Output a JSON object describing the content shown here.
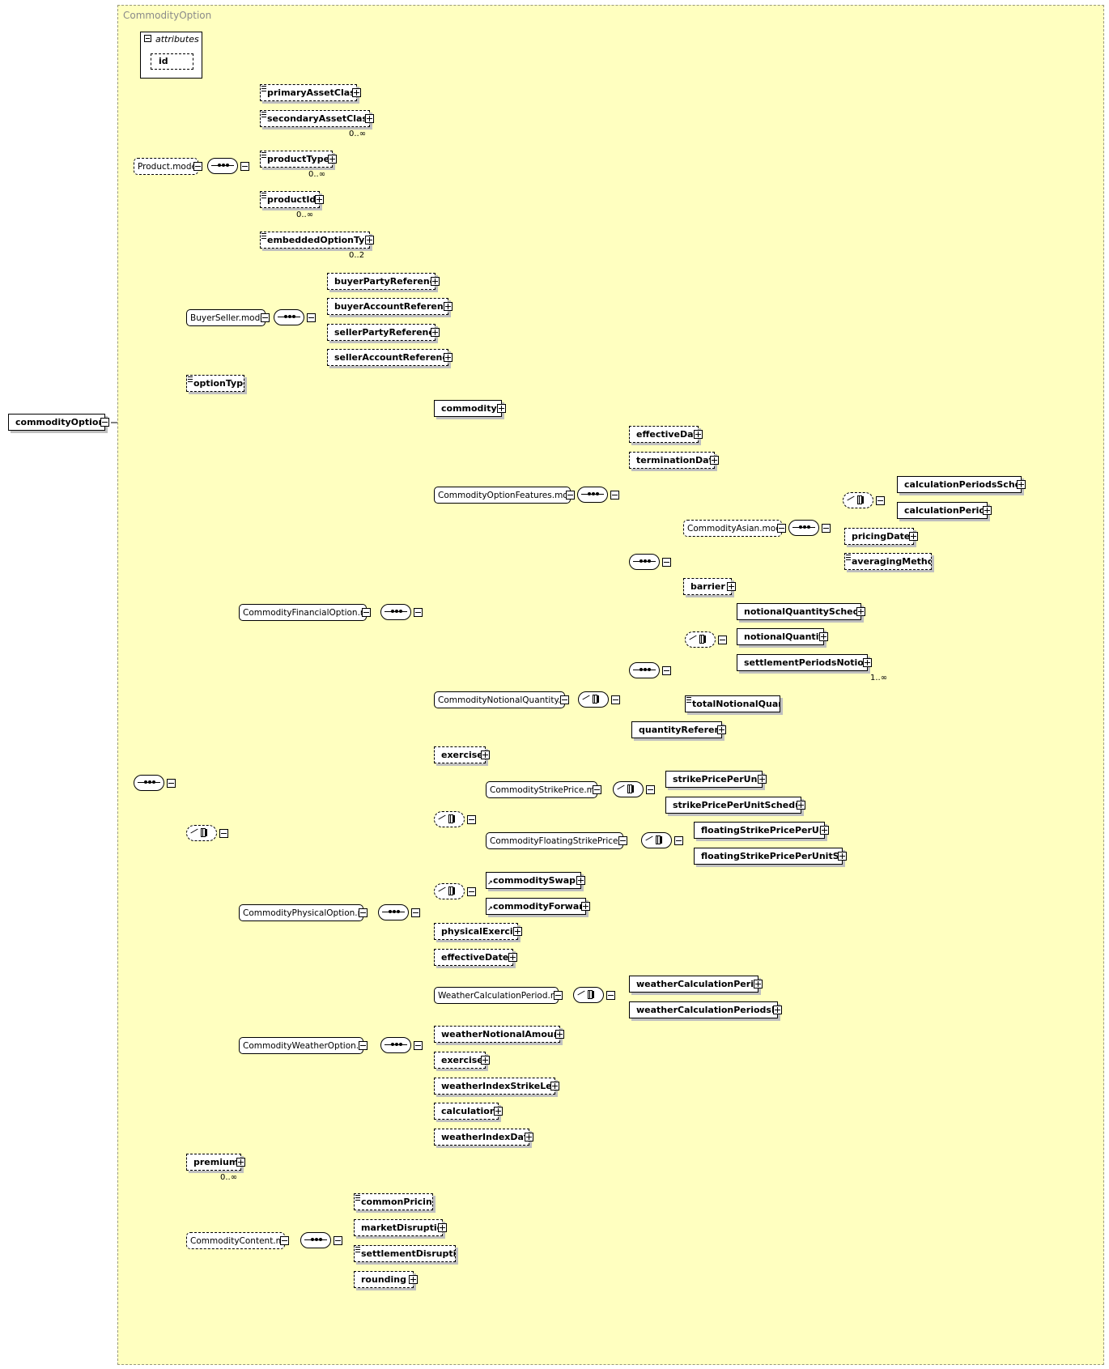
{
  "diagram": {
    "title": "CommodityOption",
    "attributes": {
      "label": "attributes",
      "items": [
        "id"
      ]
    },
    "cardinality_labels": [
      "0..∞",
      "0..∞",
      "0..∞",
      "0..2",
      "1..∞",
      "0..∞"
    ],
    "nodes": [
      {
        "id": "n0",
        "label": "commodityOption",
        "kind": "element",
        "optional": false,
        "expander": "minus"
      },
      {
        "id": "n1",
        "label": "Product.model",
        "kind": "model",
        "optional": true,
        "expander": "minus"
      },
      {
        "id": "n2",
        "label": "primaryAssetClass",
        "kind": "element",
        "optional": true,
        "doc": true
      },
      {
        "id": "n3",
        "label": "secondaryAssetClass",
        "kind": "element",
        "optional": true,
        "doc": true,
        "cardinality": "0..∞"
      },
      {
        "id": "n4",
        "label": "productType",
        "kind": "element",
        "optional": true,
        "doc": true,
        "cardinality": "0..∞"
      },
      {
        "id": "n5",
        "label": "productId",
        "kind": "element",
        "optional": true,
        "doc": true,
        "cardinality": "0..∞"
      },
      {
        "id": "n6",
        "label": "embeddedOptionType",
        "kind": "element",
        "optional": true,
        "doc": true,
        "cardinality": "0..2"
      },
      {
        "id": "n7",
        "label": "BuyerSeller.model",
        "kind": "model",
        "optional": false,
        "expander": "minus"
      },
      {
        "id": "n8",
        "label": "buyerPartyReference",
        "kind": "element",
        "optional": true
      },
      {
        "id": "n9",
        "label": "buyerAccountReference",
        "kind": "element",
        "optional": true
      },
      {
        "id": "n10",
        "label": "sellerPartyReference",
        "kind": "element",
        "optional": true
      },
      {
        "id": "n11",
        "label": "sellerAccountReference",
        "kind": "element",
        "optional": true
      },
      {
        "id": "n12",
        "label": "optionType",
        "kind": "element",
        "optional": true,
        "doc": true,
        "expander": "none"
      },
      {
        "id": "n13",
        "label": "commodity",
        "kind": "element",
        "optional": false
      },
      {
        "id": "n14",
        "label": "CommodityOptionFeatures.model",
        "kind": "model",
        "optional": false,
        "expander": "minus"
      },
      {
        "id": "n15",
        "label": "effectiveDate",
        "kind": "element",
        "optional": true
      },
      {
        "id": "n16",
        "label": "terminationDate",
        "kind": "element",
        "optional": true
      },
      {
        "id": "n17",
        "label": "calculationPeriodsSchedule",
        "kind": "element",
        "optional": false
      },
      {
        "id": "n18",
        "label": "calculationPeriods",
        "kind": "element",
        "optional": false
      },
      {
        "id": "n19",
        "label": "CommodityAsian.model",
        "kind": "model",
        "optional": true,
        "expander": "minus"
      },
      {
        "id": "n20",
        "label": "pricingDates",
        "kind": "element",
        "optional": true
      },
      {
        "id": "n21",
        "label": "averagingMethod",
        "kind": "element",
        "optional": true,
        "doc": true,
        "expander": "none"
      },
      {
        "id": "n22",
        "label": "barrier",
        "kind": "element",
        "optional": true
      },
      {
        "id": "n23",
        "label": "CommodityFinancialOption.model",
        "kind": "model",
        "optional": false,
        "expander": "minus"
      },
      {
        "id": "n24",
        "label": "notionalQuantitySchedule",
        "kind": "element",
        "optional": false
      },
      {
        "id": "n25",
        "label": "notionalQuantity",
        "kind": "element",
        "optional": false
      },
      {
        "id": "n26",
        "label": "settlementPeriodsNotionalQua...",
        "kind": "element",
        "optional": false,
        "cardinality": "1..∞"
      },
      {
        "id": "n27",
        "label": "totalNotionalQuantity",
        "kind": "element",
        "optional": false,
        "doc": true,
        "expander": "none"
      },
      {
        "id": "n28",
        "label": "CommodityNotionalQuantity.model",
        "kind": "model",
        "optional": false,
        "expander": "minus"
      },
      {
        "id": "n29",
        "label": "quantityReference",
        "kind": "element",
        "optional": false
      },
      {
        "id": "n30",
        "label": "exercise",
        "kind": "element",
        "optional": true
      },
      {
        "id": "n31",
        "label": "CommodityStrikePrice.model",
        "kind": "model",
        "optional": false,
        "expander": "minus"
      },
      {
        "id": "n32",
        "label": "strikePricePerUnit",
        "kind": "element",
        "optional": false
      },
      {
        "id": "n33",
        "label": "strikePricePerUnitSchedule",
        "kind": "element",
        "optional": false
      },
      {
        "id": "n34",
        "label": "CommodityFloatingStrikePrice.model",
        "kind": "model",
        "optional": false,
        "expander": "minus"
      },
      {
        "id": "n35",
        "label": "floatingStrikePricePerUnit",
        "kind": "element",
        "optional": false
      },
      {
        "id": "n36",
        "label": "floatingStrikePricePerUnitSche...",
        "kind": "element",
        "optional": false
      },
      {
        "id": "n37",
        "label": "CommodityPhysicalOption.model",
        "kind": "model",
        "optional": false,
        "expander": "minus"
      },
      {
        "id": "n38",
        "label": "commoditySwap",
        "kind": "element",
        "optional": false,
        "ref": true
      },
      {
        "id": "n39",
        "label": "commodityForward",
        "kind": "element",
        "optional": false,
        "ref": true
      },
      {
        "id": "n40",
        "label": "physicalExercise",
        "kind": "element",
        "optional": true
      },
      {
        "id": "n41",
        "label": "effectiveDate",
        "kind": "element",
        "optional": true
      },
      {
        "id": "n42",
        "label": "WeatherCalculationPeriod.model",
        "kind": "model",
        "optional": false,
        "expander": "minus"
      },
      {
        "id": "n43",
        "label": "weatherCalculationPeriods",
        "kind": "element",
        "optional": false
      },
      {
        "id": "n44",
        "label": "weatherCalculationPeriodsRef...",
        "kind": "element",
        "optional": false
      },
      {
        "id": "n45",
        "label": "CommodityWeatherOption.model",
        "kind": "model",
        "optional": false,
        "expander": "minus"
      },
      {
        "id": "n46",
        "label": "weatherNotionalAmount",
        "kind": "element",
        "optional": true
      },
      {
        "id": "n47",
        "label": "exercise",
        "kind": "element",
        "optional": true
      },
      {
        "id": "n48",
        "label": "weatherIndexStrikeLevel",
        "kind": "element",
        "optional": true
      },
      {
        "id": "n49",
        "label": "calculation",
        "kind": "element",
        "optional": true
      },
      {
        "id": "n50",
        "label": "weatherIndexData",
        "kind": "element",
        "optional": true
      },
      {
        "id": "n51",
        "label": "premium",
        "kind": "element",
        "optional": true,
        "cardinality": "0..∞"
      },
      {
        "id": "n52",
        "label": "CommodityContent.model",
        "kind": "model",
        "optional": true,
        "expander": "minus"
      },
      {
        "id": "n53",
        "label": "commonPricing",
        "kind": "element",
        "optional": true,
        "doc": true,
        "expander": "none"
      },
      {
        "id": "n54",
        "label": "marketDisruption",
        "kind": "element",
        "optional": true
      },
      {
        "id": "n55",
        "label": "settlementDisruption",
        "kind": "element",
        "optional": true,
        "doc": true,
        "expander": "none"
      },
      {
        "id": "n56",
        "label": "rounding",
        "kind": "element",
        "optional": true
      }
    ],
    "compositors": [
      {
        "id": "c1",
        "kind": "sequence",
        "optional": false
      },
      {
        "id": "c2",
        "kind": "sequence",
        "optional": false
      },
      {
        "id": "c3",
        "kind": "sequence",
        "optional": false
      },
      {
        "id": "c4",
        "kind": "choice",
        "optional": true
      },
      {
        "id": "c5",
        "kind": "sequence",
        "optional": false
      },
      {
        "id": "c6",
        "kind": "sequence",
        "optional": false
      },
      {
        "id": "c7",
        "kind": "sequence",
        "optional": false
      },
      {
        "id": "c8",
        "kind": "choice",
        "optional": true
      },
      {
        "id": "c9",
        "kind": "sequence",
        "optional": false
      },
      {
        "id": "c10",
        "kind": "sequence",
        "optional": false
      },
      {
        "id": "c11",
        "kind": "choice",
        "optional": true
      },
      {
        "id": "c12",
        "kind": "choice",
        "optional": false
      },
      {
        "id": "c13",
        "kind": "choice",
        "optional": true
      },
      {
        "id": "c14",
        "kind": "choice",
        "optional": false
      },
      {
        "id": "c15",
        "kind": "choice",
        "optional": false
      },
      {
        "id": "c16",
        "kind": "sequence",
        "optional": false
      },
      {
        "id": "c17",
        "kind": "choice",
        "optional": true
      },
      {
        "id": "c18",
        "kind": "sequence",
        "optional": false
      },
      {
        "id": "c19",
        "kind": "choice",
        "optional": false
      },
      {
        "id": "c20",
        "kind": "sequence",
        "optional": false
      }
    ],
    "edges": [
      {
        "from": "n0",
        "to": "attrs"
      },
      {
        "from": "n0",
        "to": "n1",
        "optional": true
      },
      {
        "from": "n0",
        "to": "c2"
      },
      {
        "from": "n1",
        "to": "c1"
      },
      {
        "from": "c1",
        "to": "n2",
        "optional": true
      },
      {
        "from": "c1",
        "to": "n3",
        "optional": true
      },
      {
        "from": "c1",
        "to": "n4",
        "optional": true
      },
      {
        "from": "c1",
        "to": "n5",
        "optional": true
      },
      {
        "from": "c1",
        "to": "n6",
        "optional": true
      },
      {
        "from": "c2",
        "to": "n7"
      },
      {
        "from": "c2",
        "to": "n12",
        "optional": true
      },
      {
        "from": "c2",
        "to": "c4",
        "optional": true
      },
      {
        "from": "c2",
        "to": "n51",
        "optional": true
      },
      {
        "from": "c2",
        "to": "n52",
        "optional": true
      },
      {
        "from": "n7",
        "to": "c3"
      },
      {
        "from": "c3",
        "to": "n8",
        "optional": true
      },
      {
        "from": "c3",
        "to": "n9",
        "optional": true
      },
      {
        "from": "c3",
        "to": "n10",
        "optional": true
      },
      {
        "from": "c3",
        "to": "n11",
        "optional": true
      },
      {
        "from": "c4",
        "to": "n23"
      },
      {
        "from": "c4",
        "to": "n37"
      },
      {
        "from": "c4",
        "to": "n45"
      },
      {
        "from": "n23",
        "to": "c5"
      },
      {
        "from": "c5",
        "to": "n13"
      },
      {
        "from": "c5",
        "to": "n14"
      },
      {
        "from": "c5",
        "to": "n28"
      },
      {
        "from": "c5",
        "to": "n30",
        "optional": true
      },
      {
        "from": "c5",
        "to": "c13",
        "optional": true
      },
      {
        "from": "n14",
        "to": "c6"
      },
      {
        "from": "c6",
        "to": "n15",
        "optional": true
      },
      {
        "from": "c6",
        "to": "n16",
        "optional": true
      },
      {
        "from": "c6",
        "to": "c7"
      },
      {
        "from": "c7",
        "to": "n19",
        "optional": true
      },
      {
        "from": "c7",
        "to": "n22",
        "optional": true
      },
      {
        "from": "n19",
        "to": "c9"
      },
      {
        "from": "c9",
        "to": "c8",
        "optional": true
      },
      {
        "from": "c9",
        "to": "n20",
        "optional": true
      },
      {
        "from": "c9",
        "to": "n21",
        "optional": true
      },
      {
        "from": "c8",
        "to": "n17"
      },
      {
        "from": "c8",
        "to": "n18"
      },
      {
        "from": "n28",
        "to": "c12"
      },
      {
        "from": "c12",
        "to": "c10"
      },
      {
        "from": "c12",
        "to": "n29"
      },
      {
        "from": "c10",
        "to": "c11",
        "optional": true
      },
      {
        "from": "c10",
        "to": "n27"
      },
      {
        "from": "c11",
        "to": "n24"
      },
      {
        "from": "c11",
        "to": "n25"
      },
      {
        "from": "c11",
        "to": "n26"
      },
      {
        "from": "c13",
        "to": "n31"
      },
      {
        "from": "c13",
        "to": "n34"
      },
      {
        "from": "n31",
        "to": "c14"
      },
      {
        "from": "c14",
        "to": "n32"
      },
      {
        "from": "c14",
        "to": "n33"
      },
      {
        "from": "n34",
        "to": "c15"
      },
      {
        "from": "c15",
        "to": "n35"
      },
      {
        "from": "c15",
        "to": "n36"
      },
      {
        "from": "n37",
        "to": "c16"
      },
      {
        "from": "c16",
        "to": "c17",
        "optional": true
      },
      {
        "from": "c16",
        "to": "n40",
        "optional": true
      },
      {
        "from": "c17",
        "to": "n38"
      },
      {
        "from": "c17",
        "to": "n39"
      },
      {
        "from": "n45",
        "to": "c18"
      },
      {
        "from": "c18",
        "to": "n41",
        "optional": true
      },
      {
        "from": "c18",
        "to": "n42"
      },
      {
        "from": "c18",
        "to": "n46",
        "optional": true
      },
      {
        "from": "c18",
        "to": "n47",
        "optional": true
      },
      {
        "from": "c18",
        "to": "n48",
        "optional": true
      },
      {
        "from": "c18",
        "to": "n49",
        "optional": true
      },
      {
        "from": "c18",
        "to": "n50",
        "optional": true
      },
      {
        "from": "n42",
        "to": "c19"
      },
      {
        "from": "c19",
        "to": "n43"
      },
      {
        "from": "c19",
        "to": "n44"
      },
      {
        "from": "n52",
        "to": "c20"
      },
      {
        "from": "c20",
        "to": "n53",
        "optional": true
      },
      {
        "from": "c20",
        "to": "n54",
        "optional": true
      },
      {
        "from": "c20",
        "to": "n55",
        "optional": true
      },
      {
        "from": "c20",
        "to": "n56",
        "optional": true
      }
    ]
  }
}
